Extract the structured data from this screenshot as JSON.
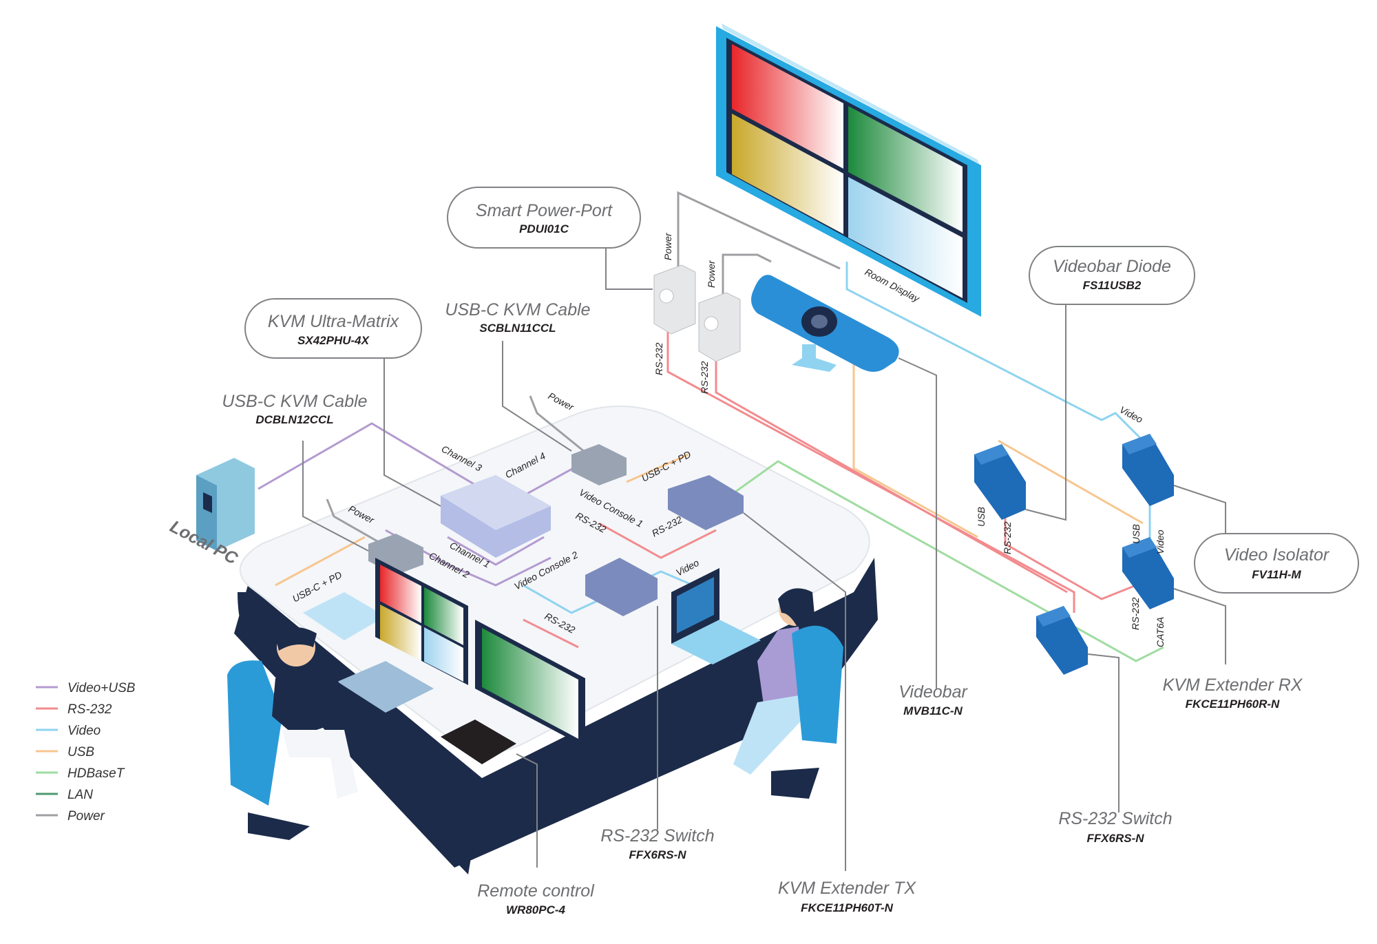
{
  "colors": {
    "video_usb": "#b39ad0",
    "rs232": "#f28b8e",
    "video": "#8fd3f0",
    "usb": "#f7c68f",
    "hdbaset": "#9fdca0",
    "lan": "#4c9a72",
    "power": "#9d9fa2",
    "device_blue": "#1e6bb8",
    "table_top": "#f5f7fa",
    "table_side": "#1c2b4a"
  },
  "legend": [
    {
      "label": "Video+USB",
      "color_key": "video_usb"
    },
    {
      "label": "RS-232",
      "color_key": "rs232"
    },
    {
      "label": "Video",
      "color_key": "video"
    },
    {
      "label": "USB",
      "color_key": "usb"
    },
    {
      "label": "HDBaseT",
      "color_key": "hdbaset"
    },
    {
      "label": "LAN",
      "color_key": "lan"
    },
    {
      "label": "Power",
      "color_key": "power"
    }
  ],
  "labels": {
    "smart_power_port": {
      "title": "Smart Power-Port",
      "model": "PDUI01C"
    },
    "kvm_ultra_matrix": {
      "title": "KVM Ultra-Matrix",
      "model": "SX42PHU-4X"
    },
    "usbc_kvm_cable_1": {
      "title": "USB-C KVM Cable",
      "model": "SCBLN11CCL"
    },
    "usbc_kvm_cable_2": {
      "title": "USB-C KVM Cable",
      "model": "DCBLN12CCL"
    },
    "videobar_diode": {
      "title": "Videobar Diode",
      "model": "FS11USB2"
    },
    "video_isolator": {
      "title": "Video Isolator",
      "model": "FV11H-M"
    },
    "videobar": {
      "title": "Videobar",
      "model": "MVB11C-N"
    },
    "kvm_extender_rx": {
      "title": "KVM Extender RX",
      "model": "FKCE11PH60R-N"
    },
    "rs232_switch_right": {
      "title": "RS-232 Switch",
      "model": "FFX6RS-N"
    },
    "rs232_switch_center": {
      "title": "RS-232 Switch",
      "model": "FFX6RS-N"
    },
    "remote_control": {
      "title": "Remote control",
      "model": "WR80PC-4"
    },
    "kvm_extender_tx": {
      "title": "KVM Extender TX",
      "model": "FKCE11PH60T-N"
    }
  },
  "cable_labels": {
    "room_display": "Room Display",
    "local_pc": "Local PC",
    "power_1": "Power",
    "power_2": "Power",
    "power_3": "Power",
    "power_4": "Power",
    "rs232_1": "RS-232",
    "rs232_2": "RS-232",
    "rs232_3": "RS-232",
    "rs232_4": "RS-232",
    "rs232_5": "RS-232",
    "rs232_6": "RS-232",
    "rs232_7": "RS-232",
    "channel_1": "Channel 1",
    "channel_2": "Channel 2",
    "channel_3": "Channel 3",
    "channel_4": "Channel 4",
    "usbc_pd_1": "USB-C + PD",
    "usbc_pd_2": "USB-C + PD",
    "video_console_1": "Video Console 1",
    "video_console_2": "Video Console 2",
    "video_1": "Video",
    "video_2": "Video",
    "video_3": "Video",
    "usb_1": "USB",
    "usb_2": "USB",
    "cat6a": "CAT6A"
  }
}
